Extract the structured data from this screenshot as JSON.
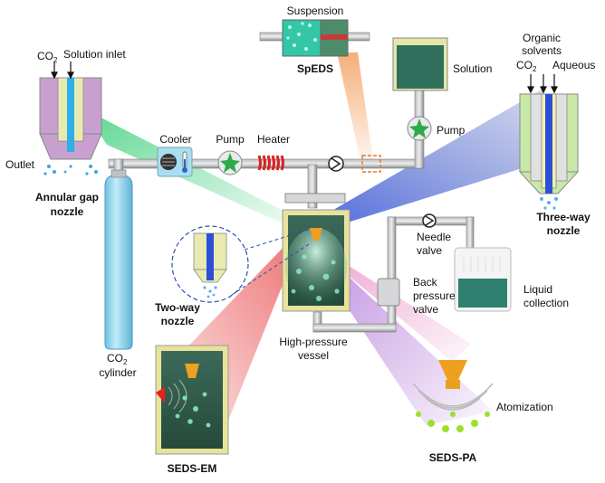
{
  "labels": {
    "suspension": "Suspension",
    "spedds": "SpEDS",
    "solution": "Solution",
    "pump_right": "Pump",
    "co2_left": "CO",
    "co2_left_sub": "2",
    "solution_inlet": "Solution inlet",
    "outlet": "Outlet",
    "annular_gap_nozzle_1": "Annular gap",
    "annular_gap_nozzle_2": "nozzle",
    "cooler": "Cooler",
    "pump_main": "Pump",
    "heater": "Heater",
    "organic_1": "Organic",
    "organic_2": "solvents",
    "co2_right": "CO",
    "co2_right_sub": "2",
    "aqueous": "Aqueous",
    "three_way_1": "Three-way",
    "three_way_2": "nozzle",
    "needle_1": "Needle",
    "needle_2": "valve",
    "back_1": "Back",
    "back_2": "pressure",
    "back_3": "valve",
    "liquid_1": "Liquid",
    "liquid_2": "collection",
    "two_way_1": "Two-way",
    "two_way_2": "nozzle",
    "hp_1": "High-pressure",
    "hp_2": "vessel",
    "cyl_co2": "CO",
    "cyl_co2_sub": "2",
    "cyl_2": "cylinder",
    "atomization": "Atomization",
    "seds_em": "SEDS-EM",
    "seds_pa": "SEDS-PA"
  },
  "colors": {
    "pipe": "#8f9193",
    "beam_green": "#3fd07a",
    "beam_orange": "#f4a060",
    "beam_blue": "#2d4fd8",
    "beam_purple": "#a05ad0",
    "beam_red": "#e84848",
    "beam_pink": "#e060b0",
    "vessel_frame": "#e8e29a",
    "vessel_fill": "#2f5a4a",
    "cylinder": "#8fd2ec",
    "nozzle_orange": "#f0a020",
    "particle_green": "#9ce02a"
  }
}
